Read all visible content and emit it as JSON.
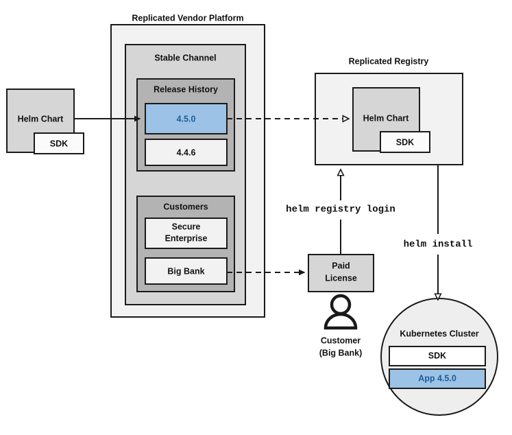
{
  "diagram": {
    "title": "Replicated Vendor Platform helm chart release and install flow",
    "colors": {
      "outer_panel": "#f2f2f2",
      "channel_panel": "#d6d6d6",
      "section_panel": "#b3b3b3",
      "plain_box": "#f2f2f2",
      "gray_box": "#d6d6d6",
      "highlight_fill": "#9cc3e5",
      "highlight_stroke": "#2a6fae",
      "highlight_text": "#1f5c99",
      "stroke": "#1a1a1a",
      "text": "#111111"
    },
    "nodes": {
      "vendor_platform": {
        "label": "Replicated Vendor Platform"
      },
      "stable_channel": {
        "label": "Stable Channel"
      },
      "release_history": {
        "label": "Release History"
      },
      "release_current": {
        "label": "4.5.0"
      },
      "release_previous": {
        "label": "4.4.6"
      },
      "customers": {
        "label": "Customers"
      },
      "customer_secure_enterprise": {
        "label_line1": "Secure",
        "label_line2": "Enterprise"
      },
      "customer_big_bank": {
        "label": "Big Bank"
      },
      "source_helm_chart": {
        "label": "Helm Chart"
      },
      "source_sdk": {
        "label": "SDK"
      },
      "replicated_registry": {
        "label": "Replicated Registry"
      },
      "registry_helm_chart": {
        "label": "Helm Chart"
      },
      "registry_sdk": {
        "label": "SDK"
      },
      "paid_license": {
        "label_line1": "Paid",
        "label_line2": "License"
      },
      "customer_person": {
        "label_line1": "Customer",
        "label_line2": "(Big Bank)"
      },
      "kubernetes_cluster": {
        "label": "Kubernetes Cluster"
      },
      "cluster_sdk": {
        "label": "SDK"
      },
      "cluster_app": {
        "label": "App 4.5.0"
      }
    },
    "edges": {
      "chart_to_release": {
        "label": "",
        "style": "solid"
      },
      "release_to_registry": {
        "label": "",
        "style": "dashed"
      },
      "bigbank_to_license": {
        "label": "",
        "style": "dashed"
      },
      "license_to_registry": {
        "label": "helm registry login",
        "style": "solid"
      },
      "registry_to_cluster": {
        "label": "helm install",
        "style": "solid"
      }
    }
  }
}
